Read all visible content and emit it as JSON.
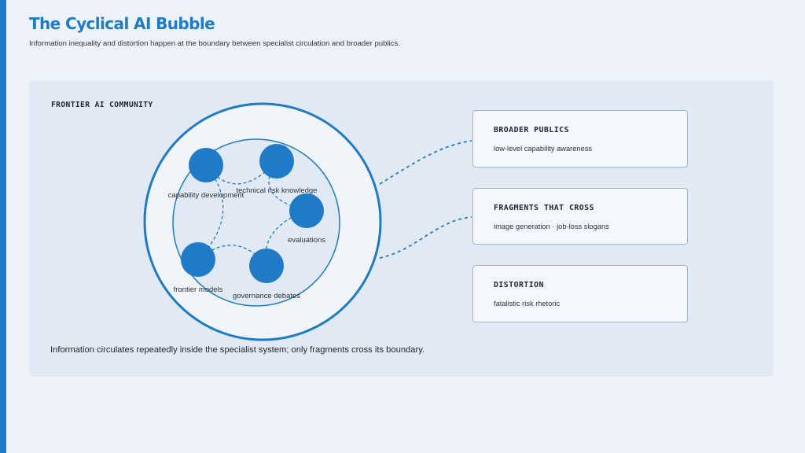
{
  "header": {
    "title": "The Cyclical AI Bubble",
    "subtitle": "Information inequality and distortion happen at the boundary between specialist circulation and broader publics."
  },
  "community": {
    "label": "FRONTIER AI COMMUNITY",
    "nodes": [
      {
        "id": "capability",
        "label": "capability development"
      },
      {
        "id": "risk",
        "label": "technical risk knowledge"
      },
      {
        "id": "evaluations",
        "label": "evaluations"
      },
      {
        "id": "frontier",
        "label": "frontier models"
      },
      {
        "id": "governance",
        "label": "governance debates"
      }
    ]
  },
  "cards": [
    {
      "title": "BROADER PUBLICS",
      "text": "low-level capability awareness"
    },
    {
      "title": "FRAGMENTS THAT CROSS",
      "text": "image generation · job-loss slogans"
    },
    {
      "title": "DISTORTION",
      "text": "fatalistic risk rhetoric"
    }
  ],
  "caption": "Information circulates repeatedly inside the specialist system; only fragments cross its boundary.",
  "colors": {
    "accent": "#1f7bc7",
    "background": "#eef3f9",
    "panel": "#e1eaf4",
    "card_border": "#9db6d2"
  }
}
